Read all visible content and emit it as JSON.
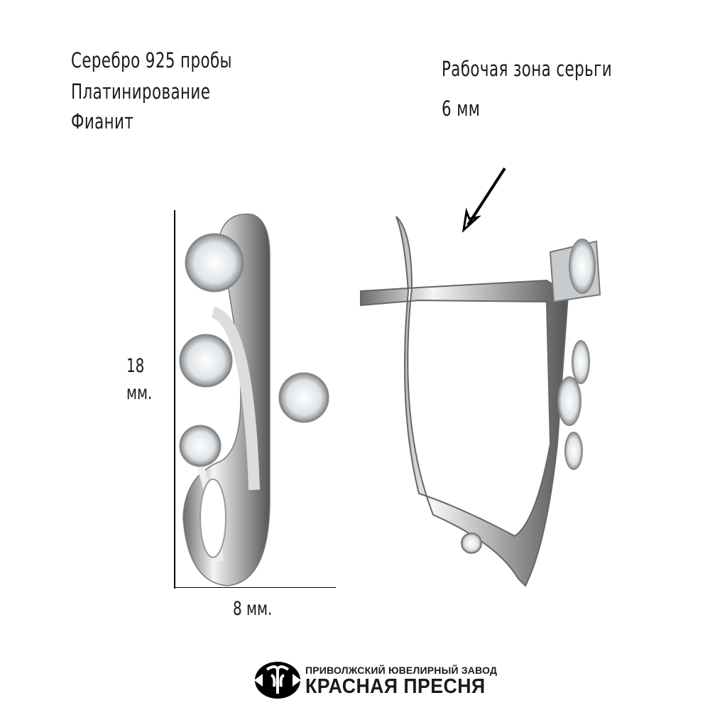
{
  "specs": {
    "material": "Серебро 925 пробы",
    "coating": "Платинирование",
    "stone": "Фианит"
  },
  "working_zone": {
    "label": "Рабочая зона серьги",
    "value": "6 мм"
  },
  "dimensions": {
    "height_value": "18",
    "height_unit": "мм.",
    "width": "8 мм."
  },
  "brand": {
    "tagline": "ПРИВОЛЖСКИЙ ЮВЕЛИРНЫЙ ЗАВОД",
    "name": "КРАСНАЯ ПРЕСНЯ"
  }
}
